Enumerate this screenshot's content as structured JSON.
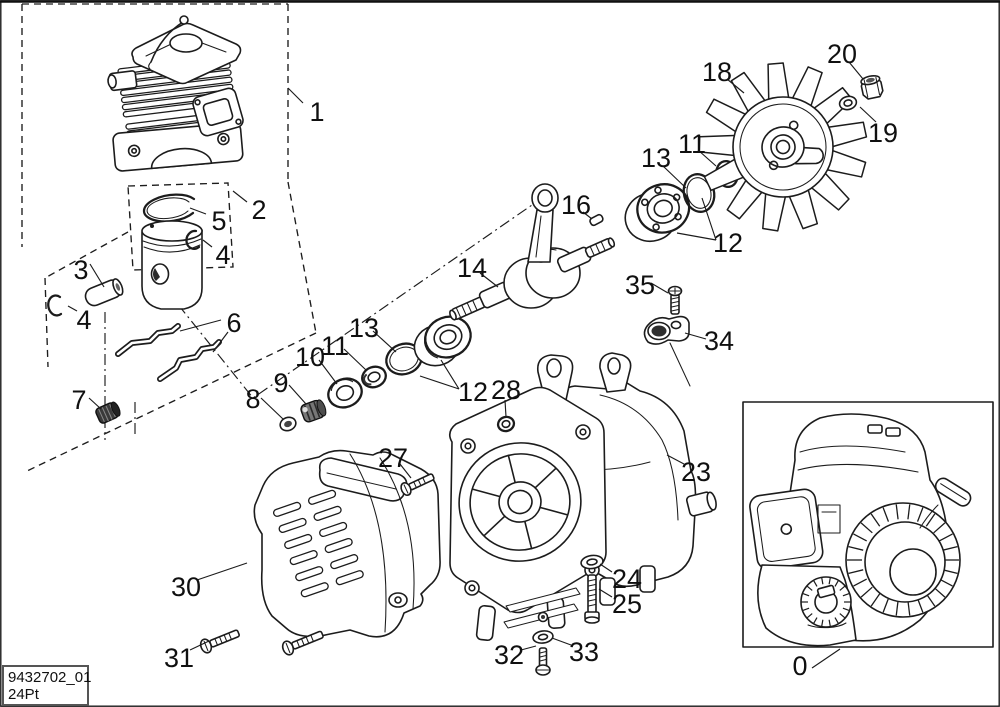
{
  "diagram": {
    "type": "exploded-parts-diagram",
    "subject": "engine-short-block",
    "colors": {
      "line": "#1c1c1c",
      "background": "#ffffff",
      "frame": "#1b1b1b"
    },
    "title_block": {
      "line1": "9432702_01",
      "line2": "24Pt"
    },
    "callouts": [
      {
        "part": "cylinder-kit",
        "label": "1"
      },
      {
        "part": "piston-kit",
        "label": "2"
      },
      {
        "part": "piston-ring",
        "label": "5"
      },
      {
        "part": "circlip-right",
        "label": "4"
      },
      {
        "part": "piston-pin",
        "label": "3"
      },
      {
        "part": "circlip-left",
        "label": "4"
      },
      {
        "part": "wire-links",
        "label": "6"
      },
      {
        "part": "needle-cage",
        "label": "7"
      },
      {
        "part": "collar-nut",
        "label": "8"
      },
      {
        "part": "needle-bearing",
        "label": "9"
      },
      {
        "part": "ball-bearing-small",
        "label": "10"
      },
      {
        "part": "oil-seal-mid",
        "label": "11"
      },
      {
        "part": "o-ring-mid",
        "label": "13"
      },
      {
        "part": "bearing-set-mid",
        "label": "12"
      },
      {
        "part": "washer-28",
        "label": "28"
      },
      {
        "part": "screw-27",
        "label": "27"
      },
      {
        "part": "starter-cover",
        "label": "30"
      },
      {
        "part": "screw-31",
        "label": "31"
      },
      {
        "part": "screw-32",
        "label": "32"
      },
      {
        "part": "washer-33",
        "label": "33"
      },
      {
        "part": "washer-24",
        "label": "24"
      },
      {
        "part": "stud-25",
        "label": "25"
      },
      {
        "part": "crankcase",
        "label": "23"
      },
      {
        "part": "crankshaft",
        "label": "14"
      },
      {
        "part": "woodruff-key",
        "label": "16"
      },
      {
        "part": "o-ring-top",
        "label": "13"
      },
      {
        "part": "oil-seal-top",
        "label": "11"
      },
      {
        "part": "bearing-set-top",
        "label": "12"
      },
      {
        "part": "flywheel",
        "label": "18"
      },
      {
        "part": "flywheel-nut",
        "label": "20"
      },
      {
        "part": "flywheel-washer",
        "label": "19"
      },
      {
        "part": "screw-35",
        "label": "35"
      },
      {
        "part": "clamp-34",
        "label": "34"
      },
      {
        "part": "engine-assembly",
        "label": "0"
      }
    ]
  }
}
